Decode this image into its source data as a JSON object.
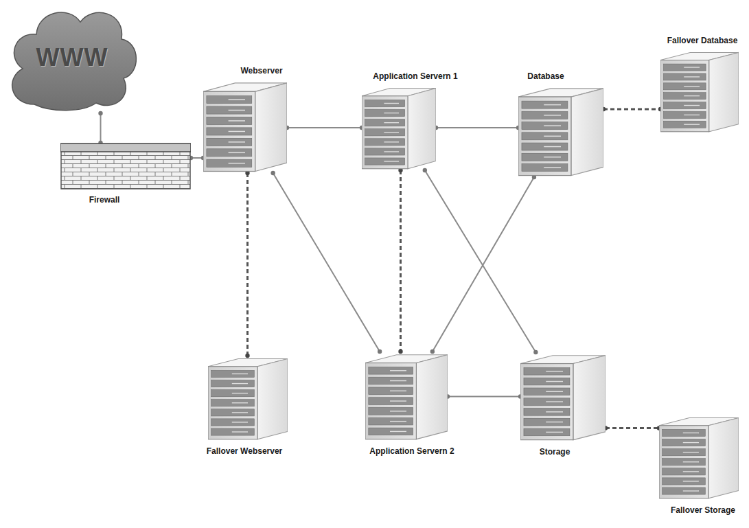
{
  "diagram": {
    "nodes": [
      {
        "text": [
          "WWW"
        ]
      },
      {
        "text": [
          "Firewall"
        ]
      },
      {
        "text": [
          "Webserver"
        ]
      },
      {
        "text": [
          "Application Servern 1"
        ]
      },
      {
        "text": [
          "Database"
        ]
      },
      {
        "text": [
          "Fallover Database"
        ]
      },
      {
        "text": [
          "Fallover Webserver"
        ]
      },
      {
        "text": [
          "Application Servern 2"
        ]
      },
      {
        "text": [
          "Storage"
        ]
      },
      {
        "text": [
          "Fallover Storage"
        ]
      }
    ],
    "edges": [
      {
        "from": 0,
        "to": 1,
        "arrow": "none"
      },
      {
        "from": 1,
        "to": 2,
        "arrow": "none"
      },
      {
        "from": 2,
        "to": 3,
        "arrow": "none"
      },
      {
        "from": 2,
        "to": 7,
        "arrow": "none"
      },
      {
        "from": 2,
        "to": 6,
        "arrow": "none"
      },
      {
        "from": 3,
        "to": 7,
        "arrow": "none"
      },
      {
        "from": 3,
        "to": 4,
        "arrow": "none"
      },
      {
        "from": 3,
        "to": 8,
        "arrow": "none"
      },
      {
        "from": 7,
        "to": 4,
        "arrow": "none"
      },
      {
        "from": 7,
        "to": 8,
        "arrow": "none"
      },
      {
        "from": 4,
        "to": 5,
        "arrow": "none"
      },
      {
        "from": 8,
        "to": 9,
        "arrow": "none"
      }
    ]
  }
}
